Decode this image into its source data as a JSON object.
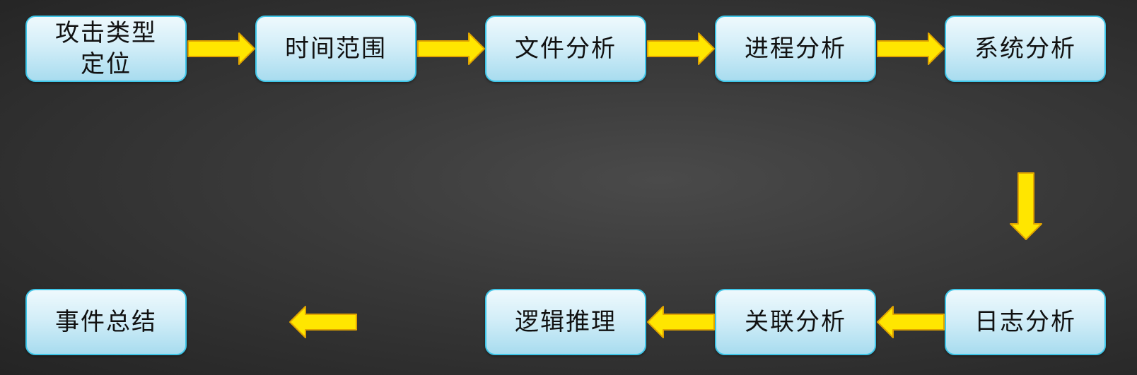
{
  "diagram": {
    "steps": [
      {
        "id": "attack-type",
        "label": "攻击类型定位"
      },
      {
        "id": "time-range",
        "label": "时间范围"
      },
      {
        "id": "file-analysis",
        "label": "文件分析"
      },
      {
        "id": "process-analysis",
        "label": "进程分析"
      },
      {
        "id": "system-analysis",
        "label": "系统分析"
      },
      {
        "id": "log-analysis",
        "label": "日志分析"
      },
      {
        "id": "correlation-analysis",
        "label": "关联分析"
      },
      {
        "id": "logical-reasoning",
        "label": "逻辑推理"
      },
      {
        "id": "incident-summary",
        "label": "事件总结"
      }
    ],
    "connections": [
      {
        "from": "attack-type",
        "to": "time-range"
      },
      {
        "from": "time-range",
        "to": "file-analysis"
      },
      {
        "from": "file-analysis",
        "to": "process-analysis"
      },
      {
        "from": "process-analysis",
        "to": "system-analysis"
      },
      {
        "from": "system-analysis",
        "to": "log-analysis"
      },
      {
        "from": "log-analysis",
        "to": "correlation-analysis"
      },
      {
        "from": "correlation-analysis",
        "to": "logical-reasoning"
      },
      {
        "from": "logical-reasoning",
        "to": "incident-summary"
      }
    ],
    "colors": {
      "node_border": "#3fc6e8",
      "node_fill_top": "#eef9fd",
      "node_fill_bottom": "#a8dcef",
      "arrow_fill": "#ffe600",
      "arrow_outline": "#e0a400",
      "background": "#3a3a3a"
    }
  }
}
